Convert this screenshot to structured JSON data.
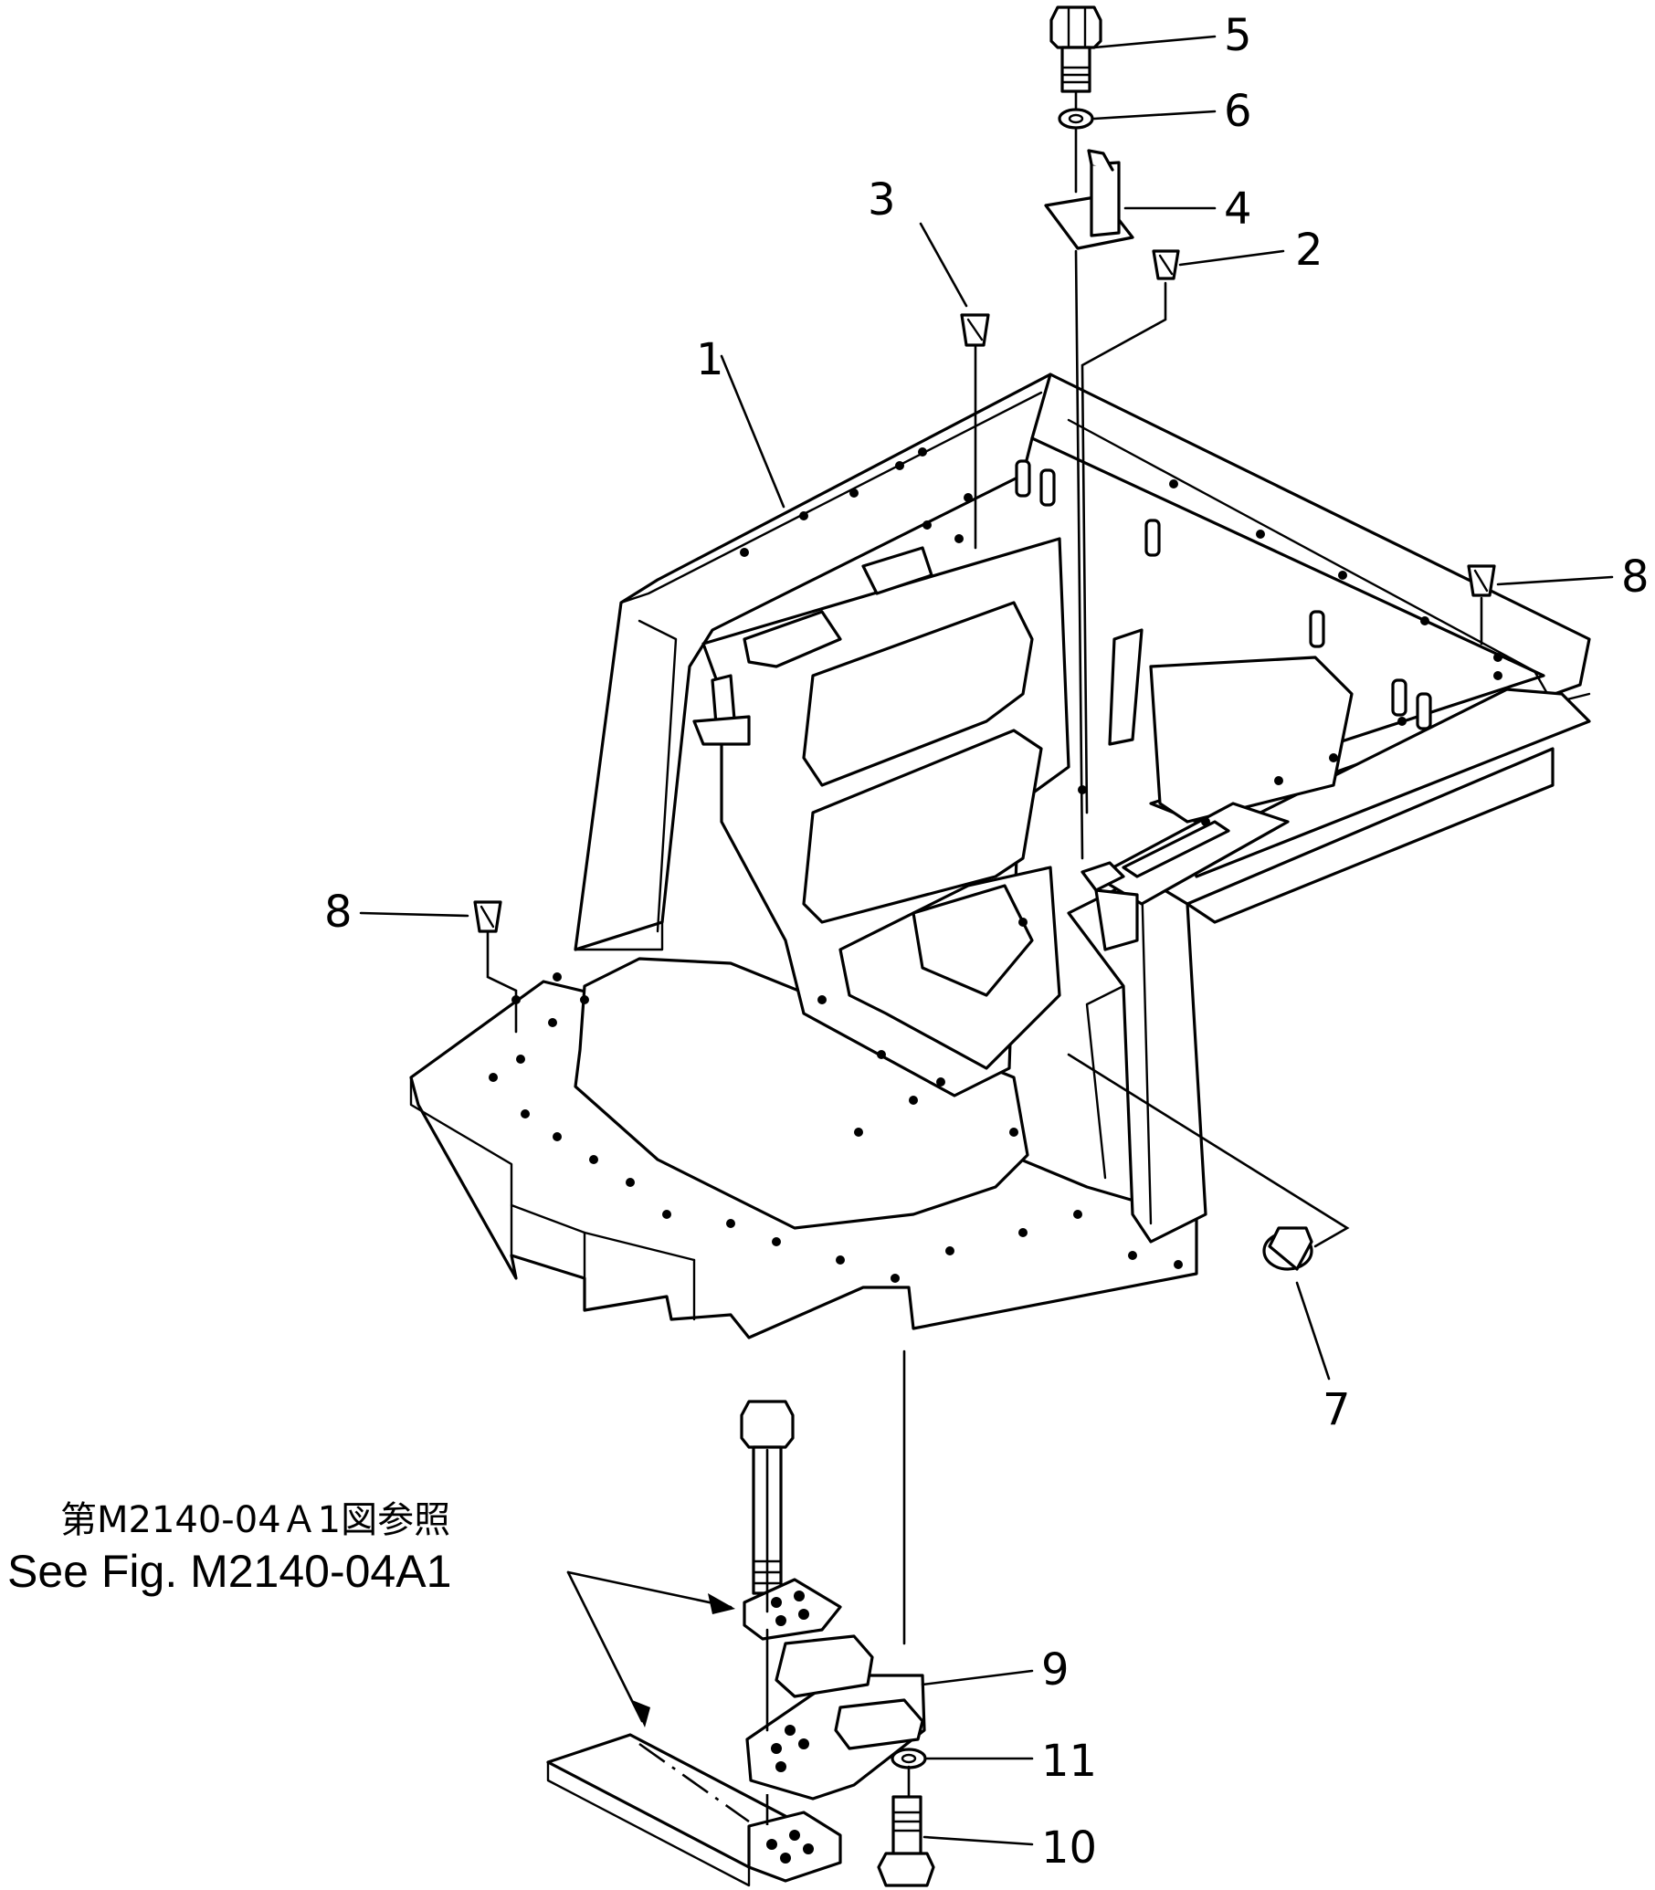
{
  "diagram": {
    "callouts": [
      {
        "id": "1",
        "label": "1"
      },
      {
        "id": "2",
        "label": "2"
      },
      {
        "id": "3",
        "label": "3"
      },
      {
        "id": "4",
        "label": "4"
      },
      {
        "id": "5",
        "label": "5"
      },
      {
        "id": "6",
        "label": "6"
      },
      {
        "id": "7",
        "label": "7"
      },
      {
        "id": "8a",
        "label": "8"
      },
      {
        "id": "8b",
        "label": "8"
      },
      {
        "id": "9",
        "label": "9"
      },
      {
        "id": "10",
        "label": "10"
      },
      {
        "id": "11",
        "label": "11"
      }
    ],
    "reference": {
      "jp": "第M2140-04Ａ1図参照",
      "en": "See Fig. M2140-04A1"
    }
  }
}
